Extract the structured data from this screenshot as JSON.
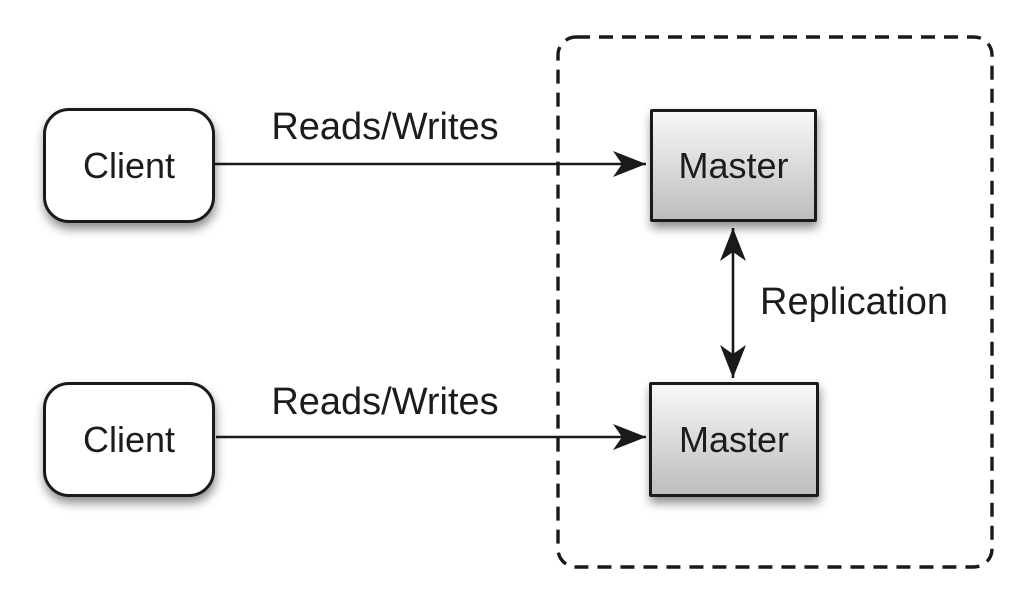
{
  "diagram": {
    "type": "architecture-diagram",
    "description": "Two clients performing reads/writes against two replicated master databases",
    "nodes": {
      "client_top": {
        "label": "Client",
        "shape": "rounded-rectangle"
      },
      "client_bottom": {
        "label": "Client",
        "shape": "rounded-rectangle"
      },
      "master_top": {
        "label": "Master",
        "shape": "rectangle-gradient"
      },
      "master_bottom": {
        "label": "Master",
        "shape": "rectangle-gradient"
      }
    },
    "edges": {
      "reads_writes_top": {
        "label": "Reads/Writes",
        "from": "client_top",
        "to": "master_top",
        "style": "arrow"
      },
      "reads_writes_bottom": {
        "label": "Reads/Writes",
        "from": "client_bottom",
        "to": "master_bottom",
        "style": "arrow"
      },
      "replication": {
        "label": "Replication",
        "from": "master_top",
        "to": "master_bottom",
        "style": "double-arrow"
      }
    },
    "group": {
      "name": "replicated-masters-group",
      "style": "dashed-rounded-rectangle",
      "contains": [
        "master_top",
        "master_bottom"
      ]
    },
    "colors": {
      "line": "#1a1a1a",
      "node_border": "#1a1a1a",
      "client_fill": "#ffffff",
      "master_fill_top": "#f8f8f8",
      "master_fill_bottom": "#bdbdbd",
      "background": "#ffffff",
      "text": "#1c1c1c"
    }
  }
}
